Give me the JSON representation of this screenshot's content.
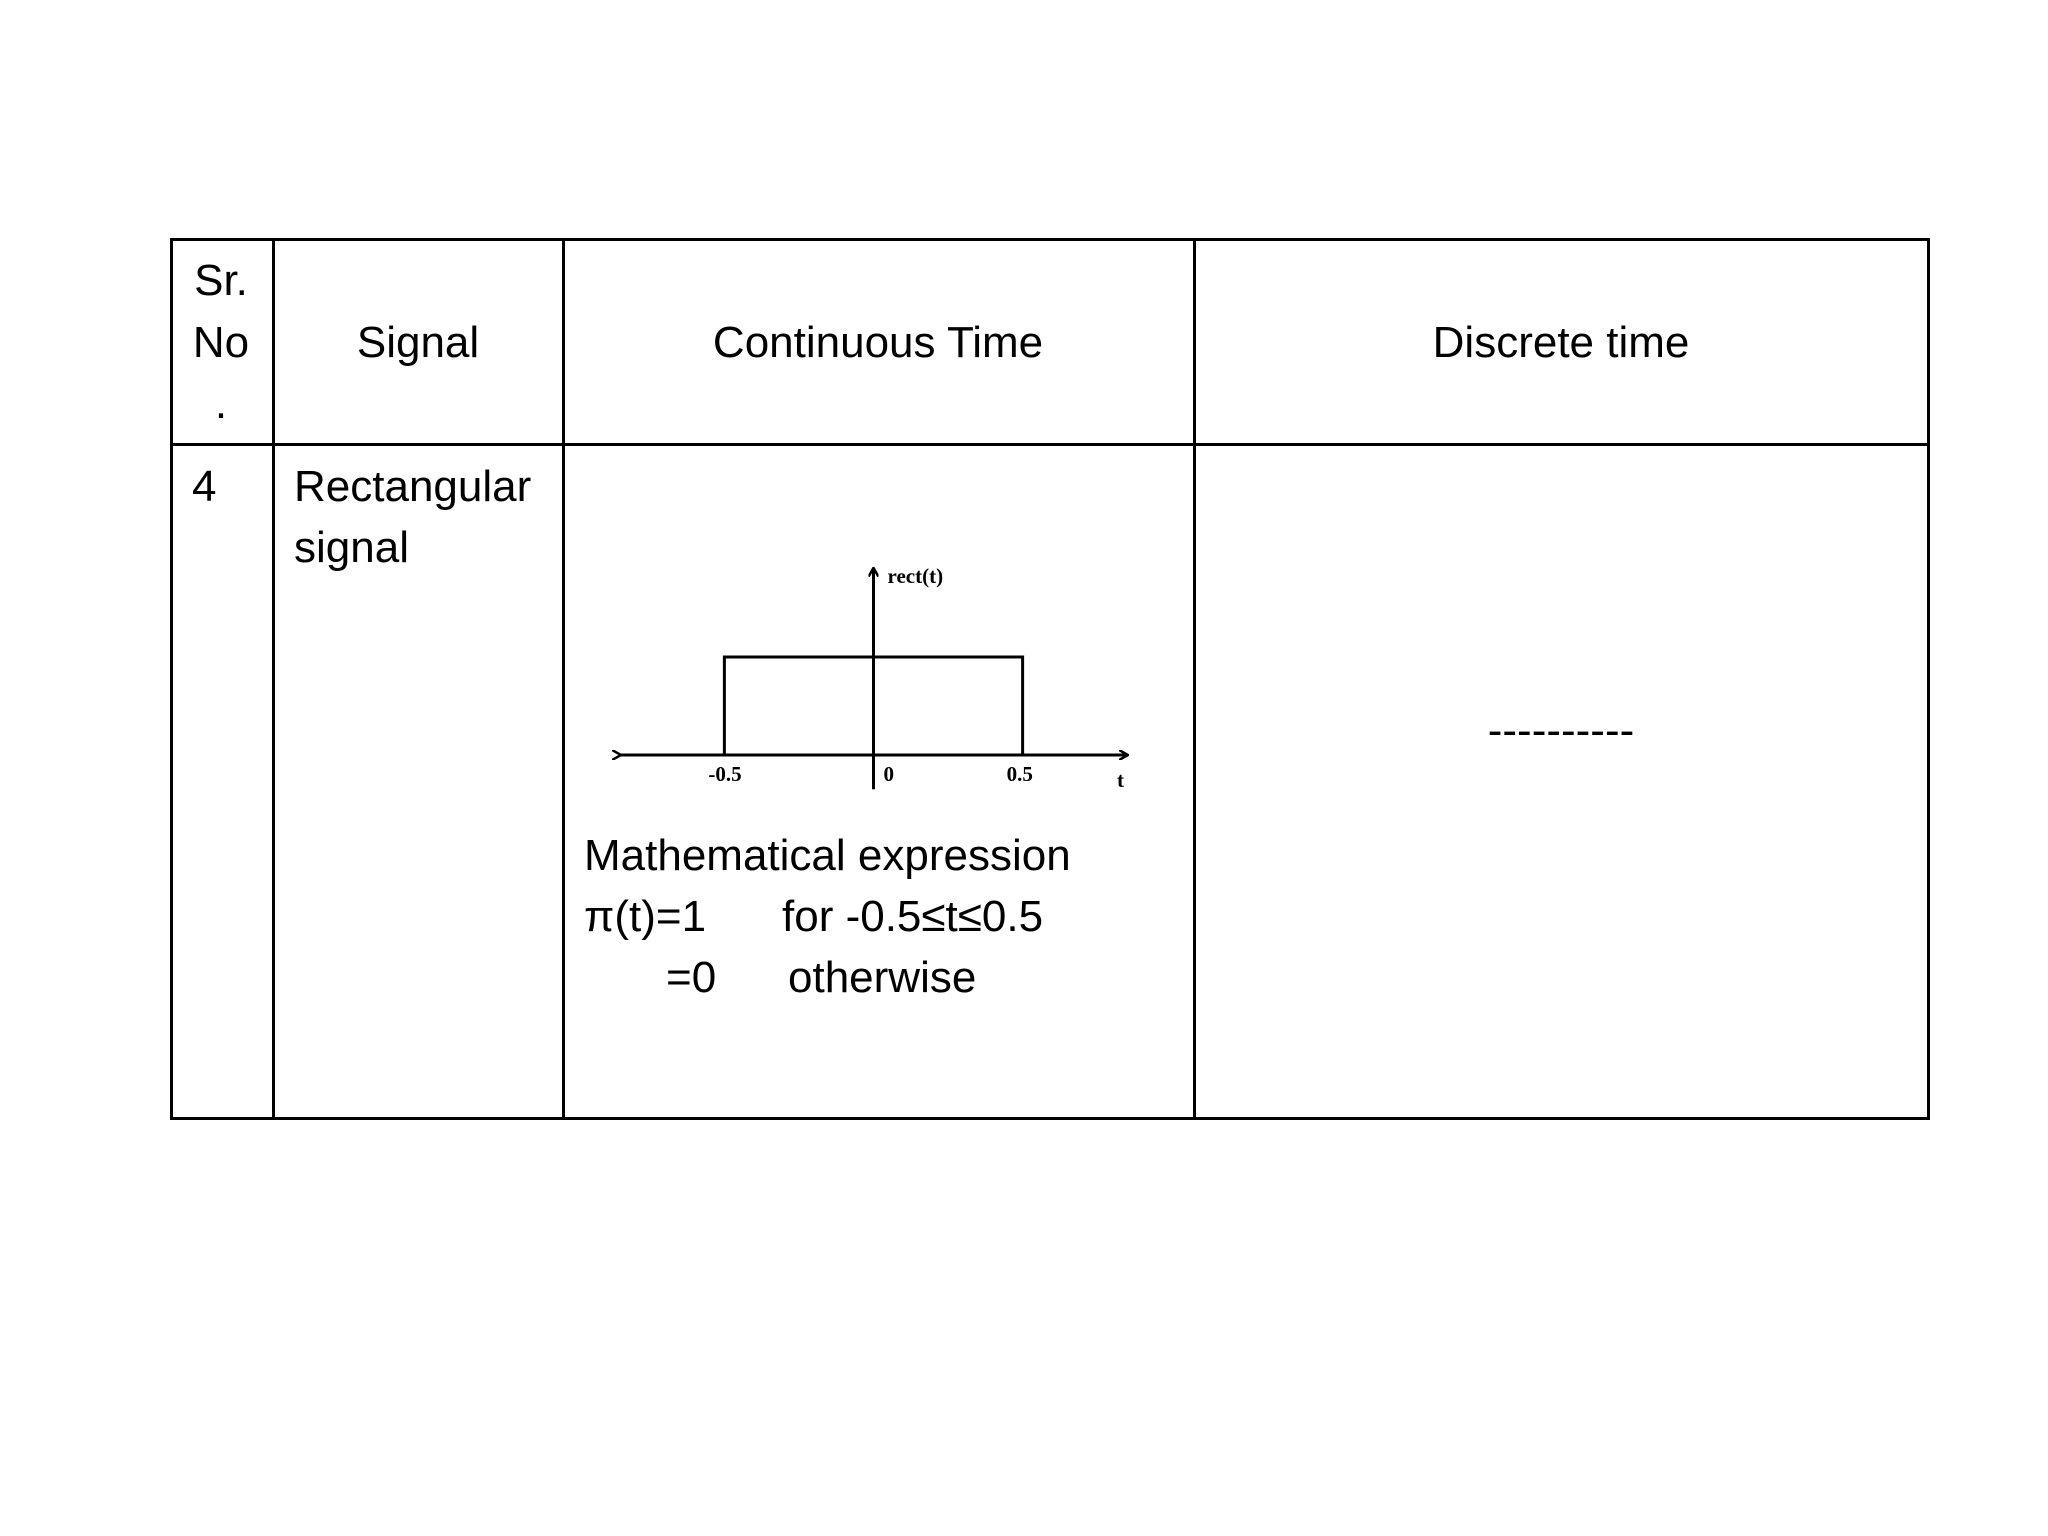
{
  "table": {
    "headers": {
      "sr_no": [
        "Sr.",
        "No",
        "."
      ],
      "signal": "Signal",
      "continuous": "Continuous Time",
      "discrete": "Discrete time"
    },
    "row": {
      "sr_no": "4",
      "signal": [
        "Rectangular",
        "signal"
      ],
      "continuous": {
        "expression_title": "Mathematical expression",
        "line1_lhs": "π(t)=1",
        "line1_rhs": "for -0.5≤t≤0.5",
        "line2_lhs": "=0",
        "line2_rhs": "otherwise"
      },
      "discrete": "----------"
    }
  },
  "chart_data": {
    "type": "line",
    "ylabel": "rect(t)",
    "xlabel": "t",
    "x_ticks": [
      "-0.5",
      "0",
      "0.5"
    ],
    "series": [
      {
        "x": [
          -0.5,
          -0.5,
          0.5,
          0.5
        ],
        "y": [
          0,
          1,
          1,
          0
        ]
      }
    ],
    "xlim": [
      -0.85,
      0.85
    ],
    "ylim": [
      -0.35,
      1.9
    ],
    "grid": false
  }
}
